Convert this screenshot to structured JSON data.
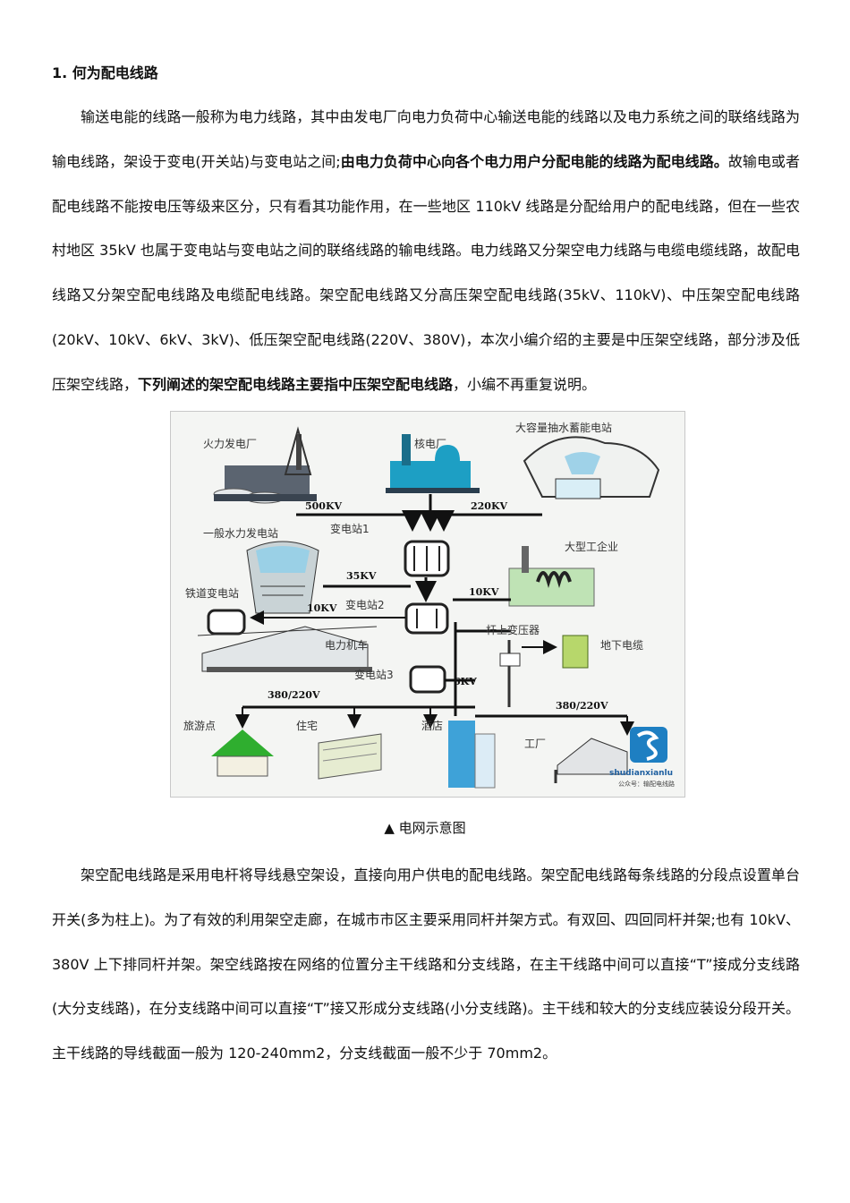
{
  "heading": "1.  何为配电线路",
  "p1": {
    "t1": "输送电能的线路一般称为电力线路，其中由发电厂向电力负荷中心输送电能的线路以及电力系统之间的联络线路为输电线路，架设于变电(开关站)与变电站之间;",
    "b1": "由电力负荷中心向各个电力用户分配电能的线路为配电线路。",
    "t2": "故输电或者配电线路不能按电压等级来区分，只有看其功能作用，在一些地区 110kV 线路是分配给用户的配电线路，但在一些农村地区 35kV 也属于变电站与变电站之间的联络线路的输电线路。电力线路又分架空电力线路与电缆电缆线路，故配电线路又分架空配电线路及电缆配电线路。架空配电线路又分高压架空配电线路(35kV、110kV)、中压架空配电线路(20kV、10kV、6kV、3kV)、低压架空配电线路(220V、380V)，本次小编介绍的主要是中压架空线路，部分涉及低压架空线路，",
    "b2": "下列阐述的架空配电线路主要指中压架空配电线路",
    "t3": "，小编不再重复说明。"
  },
  "figure": {
    "labels": {
      "thermal": "火力发电厂",
      "nuclear": "核电厂",
      "pumped": "大容量抽水蓄能电站",
      "hydro": "一般水力发电站",
      "sub1": "变电站1",
      "sub2": "变电站2",
      "sub3": "变电站3",
      "rail_sub": "铁道变电站",
      "industry": "大型工企业",
      "locomotive": "电力机车",
      "pole_trans": "杆上变压器",
      "cable": "地下电缆",
      "tourism": "旅游点",
      "residence": "住宅",
      "hotel": "酒店",
      "factory": "工厂",
      "logo_text": "shudianxianlu",
      "logo_sub": "公众号：输配电线路"
    },
    "voltages": {
      "v500": "500KV",
      "v220": "220KV",
      "v35": "35KV",
      "v10a": "10KV",
      "v10b": "10KV",
      "v6": "6KV",
      "v380a": "380/220V",
      "v380b": "380/220V"
    }
  },
  "caption": "▲  电网示意图",
  "p2": "架空配电线路是采用电杆将导线悬空架设，直接向用户供电的配电线路。架空配电线路每条线路的分段点设置单台开关(多为柱上)。为了有效的利用架空走廊，在城市市区主要采用同杆并架方式。有双回、四回同杆并架;也有 10kV、380V 上下排同杆并架。架空线路按在网络的位置分主干线路和分支线路，在主干线路中间可以直接“T”接成分支线路(大分支线路)，在分支线路中间可以直接“T”接又形成分支线路(小分支线路)。主干线和较大的分支线应装设分段开关。主干线路的导线截面一般为 120-240mm2，分支线截面一般不少于 70mm2。"
}
